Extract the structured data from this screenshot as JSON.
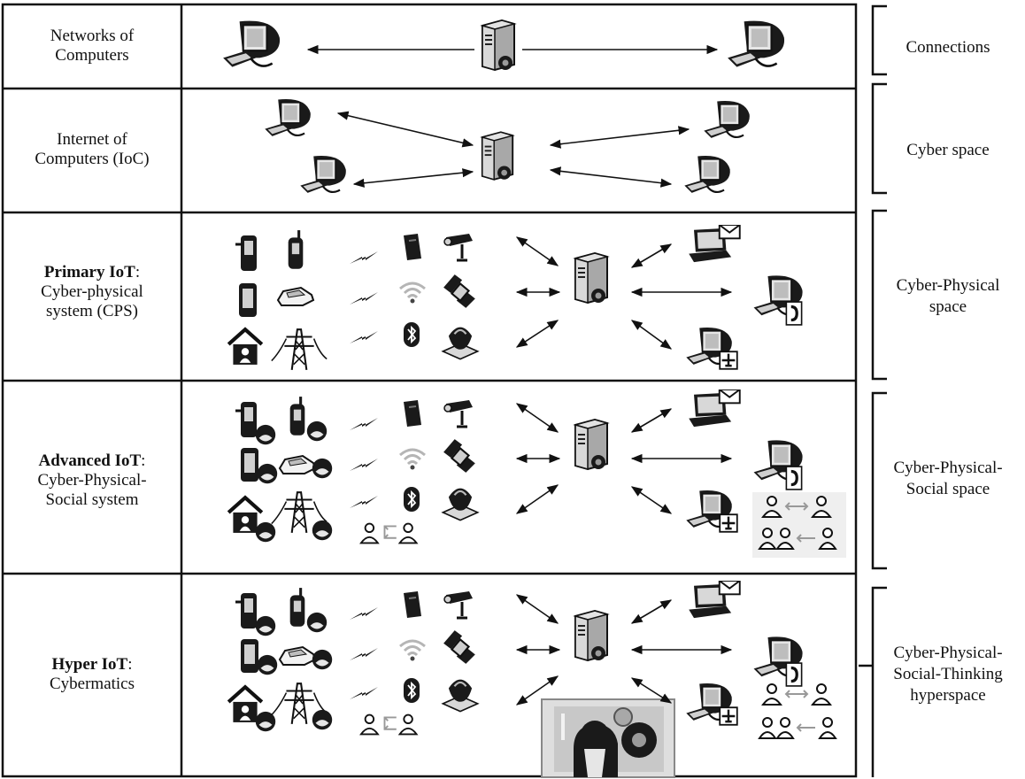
{
  "rows": [
    {
      "id": "networks",
      "label": {
        "line1": "Networks of",
        "line2": "Computers"
      }
    },
    {
      "id": "ioc",
      "label": {
        "line1": "Internet of",
        "line2": "Computers (IoC)"
      }
    },
    {
      "id": "primary",
      "label": {
        "bold": "Primary IoT",
        "rest": ":",
        "line2": "Cyber-physical",
        "line3": "system (CPS)"
      }
    },
    {
      "id": "advanced",
      "label": {
        "bold": "Advanced IoT",
        "rest": ":",
        "line2": "Cyber-Physical-",
        "line3": "Social system"
      }
    },
    {
      "id": "hyper",
      "label": {
        "bold": "Hyper IoT",
        "rest": ":",
        "line2": "Cybermatics"
      }
    }
  ],
  "spaces": [
    {
      "id": "connections",
      "lines": [
        "Connections"
      ]
    },
    {
      "id": "cyber",
      "lines": [
        "Cyber space"
      ]
    },
    {
      "id": "cyber-physical",
      "lines": [
        "Cyber-Physical",
        "space"
      ]
    },
    {
      "id": "cps",
      "lines": [
        "Cyber-Physical-",
        "Social space"
      ]
    },
    {
      "id": "cpst",
      "lines": [
        "Cyber-Physical-",
        "Social-Thinking",
        "hyperspace"
      ]
    }
  ],
  "colors": {
    "line": "#111111",
    "icon_fill": "#1a1a1a",
    "icon_light": "#d8d8d8",
    "server": "#bfbfbf",
    "social_bg": "#efefef"
  }
}
